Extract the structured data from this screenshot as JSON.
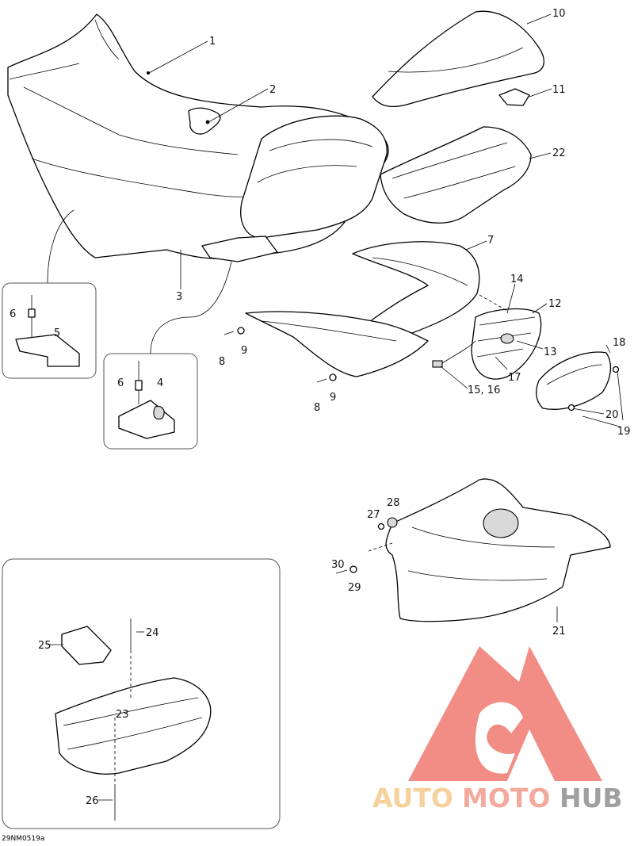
{
  "diagram": {
    "reference_code": "29NM0519a",
    "callouts": [
      "1",
      "2",
      "3",
      "4",
      "5",
      "6",
      "6",
      "7",
      "8",
      "8",
      "9",
      "9",
      "10",
      "11",
      "12",
      "13",
      "14",
      "15, 16",
      "17",
      "18",
      "19",
      "20",
      "21",
      "22",
      "23",
      "24",
      "25",
      "26",
      "27",
      "28",
      "29",
      "30"
    ]
  },
  "watermark": {
    "part1": "AUTO",
    "part2": "MOTO",
    "part3": "HUB",
    "color1": "#f5c98a",
    "color2": "#f29c8e",
    "color3": "#8f8f8f",
    "logo_color": "#f07a72"
  }
}
